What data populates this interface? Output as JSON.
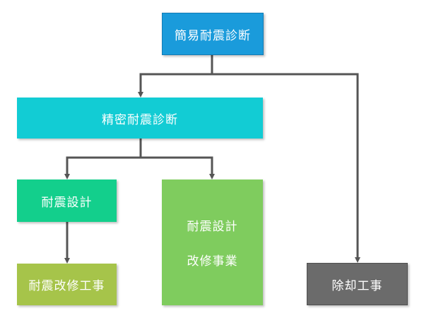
{
  "nodes": {
    "kan_i": "簡易耐震診断",
    "seimitsu": "精密耐震診断",
    "sekkei": "耐震設計",
    "sekkei_kaishu_line1": "耐震設計",
    "sekkei_kaishu_line2": "改修事業",
    "kaishu_koji": "耐震改修工事",
    "jokyaku": "除却工事"
  },
  "colors": {
    "kan_i": "#1a9bdb",
    "seimitsu": "#12ccd4",
    "sekkei": "#13cf8c",
    "sekkei_kaishu": "#7fcc5e",
    "kaishu_koji": "#a6c44a",
    "jokyaku": "#6b6b6b",
    "connector": "#555555"
  }
}
